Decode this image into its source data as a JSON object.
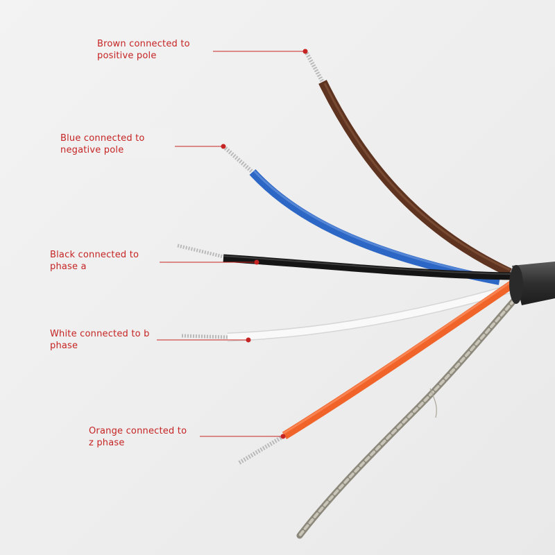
{
  "colors": {
    "background": "#efefef",
    "label_text": "#c62323",
    "leader_line": "#c62323",
    "brown_wire": "#5e3420",
    "blue_wire": "#2d67c5",
    "black_wire": "#151515",
    "white_wire": "#f6f6f6",
    "orange_wire": "#f0642a",
    "cable_jacket": "#3a3a3a",
    "shield_braid": "#9a9688"
  },
  "labels": {
    "brown": {
      "line1": "Brown connected to",
      "line2": "positive pole"
    },
    "blue": {
      "line1": "Blue connected to",
      "line2": "negative pole"
    },
    "black": {
      "line1": "Black connected to",
      "line2": "phase a"
    },
    "white": {
      "line1": "White connected to b",
      "line2": "phase"
    },
    "orange": {
      "line1": "Orange connected to",
      "line2": "z phase"
    }
  }
}
